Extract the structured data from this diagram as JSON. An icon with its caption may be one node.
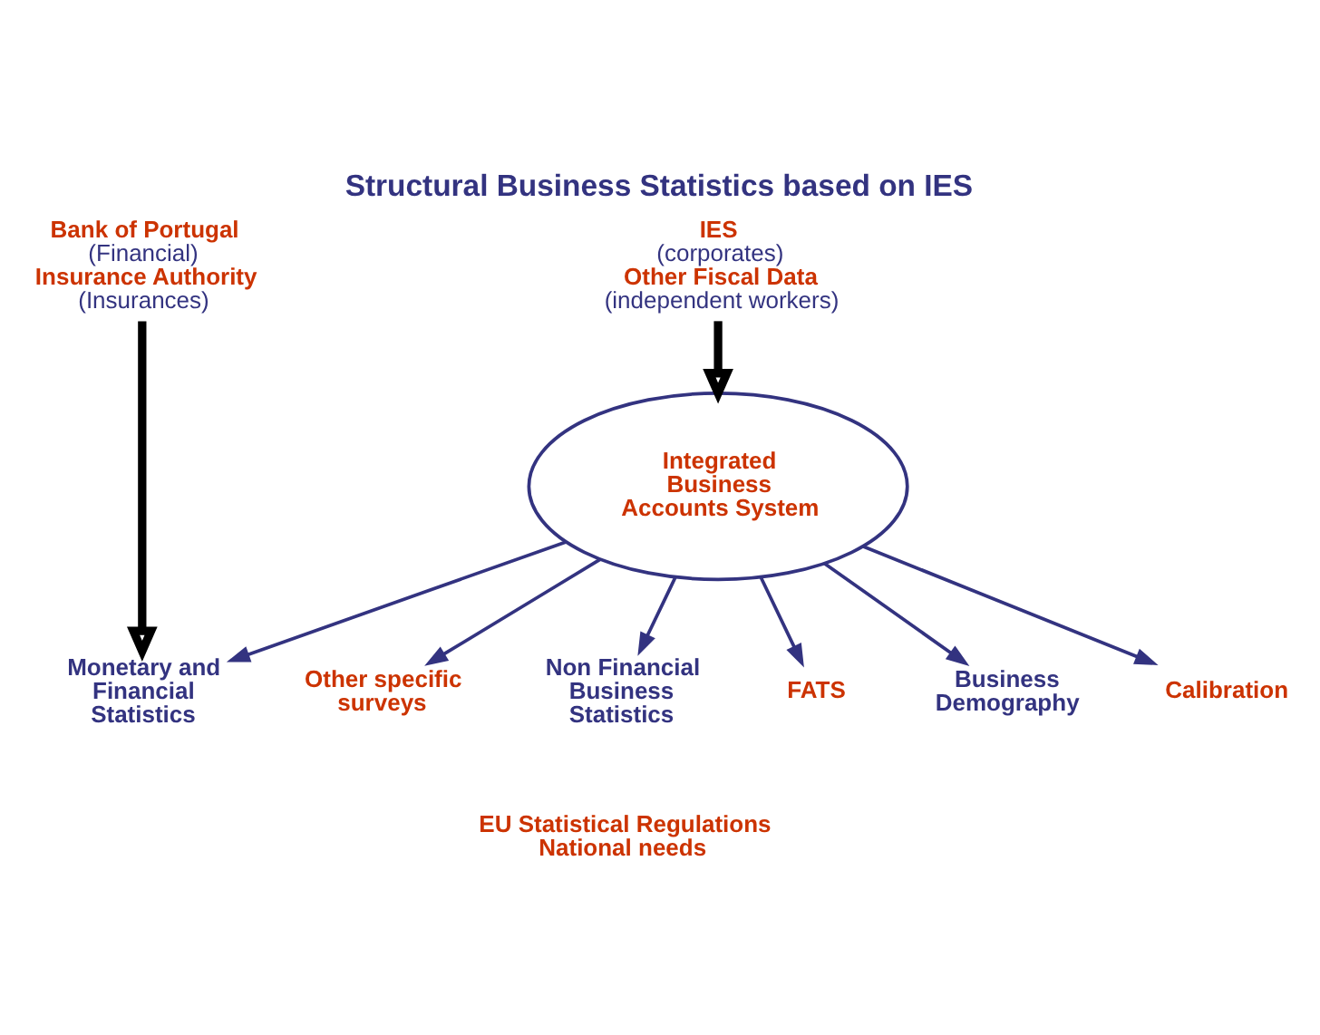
{
  "diagram": {
    "title": "Structural Business Statistics based on IES",
    "nodes": [
      {
        "text": [
          "IES",
          "(corporates)",
          "Other Fiscal Data",
          "(independent workers)"
        ]
      },
      {
        "text": [
          "Bank of Portugal",
          "(Financial)",
          "Insurance Authority",
          "(Insurances)"
        ]
      },
      {
        "text": [
          "Monetary and Financial Statistics"
        ]
      },
      {
        "text": [
          "Other specific surveys"
        ]
      },
      {
        "text": [
          "Non Financial Business Statistics"
        ]
      },
      {
        "text": [
          "Integrated Business Accounts System"
        ]
      },
      {
        "text": [
          "FATS"
        ]
      },
      {
        "text": [
          "Business Demography"
        ]
      },
      {
        "text": [
          "Calibration"
        ]
      }
    ],
    "edges": [
      {
        "from": 0,
        "to": 5,
        "arrow": "to",
        "style": "thick",
        "color": "#000000"
      },
      {
        "from": 1,
        "to": 2,
        "arrow": "to",
        "style": "thick",
        "color": "#000000"
      },
      {
        "from": 5,
        "to": 2,
        "arrow": "to"
      },
      {
        "from": 5,
        "to": 3,
        "arrow": "to"
      },
      {
        "from": 5,
        "to": 4,
        "arrow": "to"
      },
      {
        "from": 5,
        "to": 6,
        "arrow": "to"
      },
      {
        "from": 5,
        "to": 7,
        "arrow": "to"
      },
      {
        "from": 5,
        "to": 8,
        "arrow": "to"
      }
    ],
    "labels": [
      "EU Statistical Regulations",
      "National needs"
    ]
  }
}
